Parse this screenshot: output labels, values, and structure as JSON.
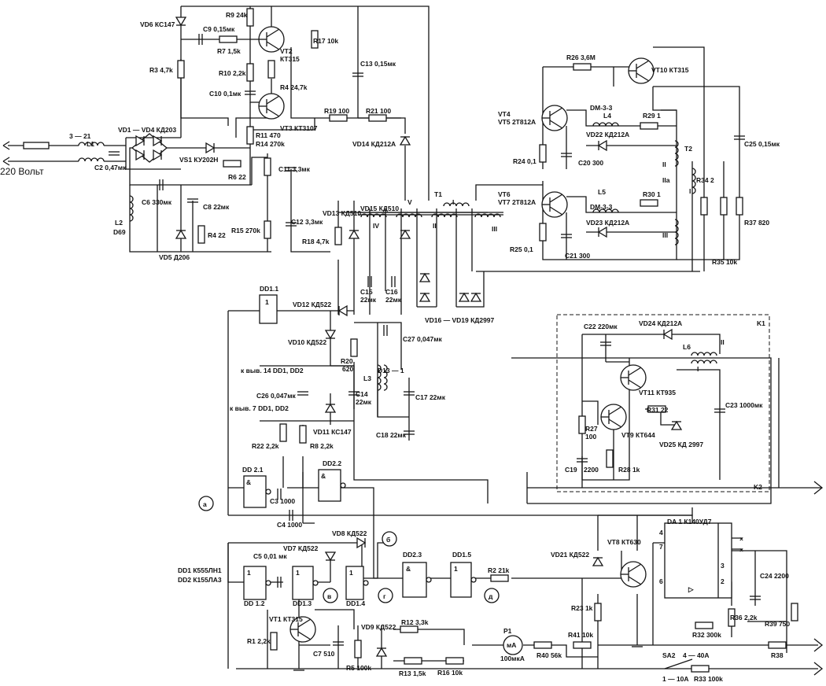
{
  "mains_label": "220 Вольт",
  "labels": [
    {
      "id": "vd6",
      "text": "VD6 КС147"
    },
    {
      "id": "r9",
      "text": "R9 24k"
    },
    {
      "id": "c9",
      "text": "C9 0,15мк"
    },
    {
      "id": "r7",
      "text": "R7 1,5k"
    },
    {
      "id": "vt2",
      "text": "VT2"
    },
    {
      "id": "vt2t",
      "text": "КТ315"
    },
    {
      "id": "r17",
      "text": "R17 10k"
    },
    {
      "id": "r3",
      "text": "R3 4,7k"
    },
    {
      "id": "r10",
      "text": "R10 2,2k"
    },
    {
      "id": "r4",
      "text": "R4 24,7k"
    },
    {
      "id": "c13",
      "text": "C13 0,15мк"
    },
    {
      "id": "c10",
      "text": "C10 0,1мк"
    },
    {
      "id": "vt3",
      "text": "VT3 КТ3107"
    },
    {
      "id": "r19",
      "text": "R19 100"
    },
    {
      "id": "r21",
      "text": "R21 100"
    },
    {
      "id": "r11",
      "text": "R11 470"
    },
    {
      "id": "r14",
      "text": "R14 270k"
    },
    {
      "id": "vd14",
      "text": "VD14 КД212А"
    },
    {
      "id": "l1n",
      "text": "3 — 21"
    },
    {
      "id": "l1",
      "text": "L1"
    },
    {
      "id": "vd1",
      "text": "VD1 — VD4 КД203"
    },
    {
      "id": "vs1",
      "text": "VS1 КУ202Н"
    },
    {
      "id": "c2",
      "text": "C2 0,47мк"
    },
    {
      "id": "r6",
      "text": "R6 22"
    },
    {
      "id": "c11",
      "text": "C11 3,3мк"
    },
    {
      "id": "c6",
      "text": "C6 330мк"
    },
    {
      "id": "c8",
      "text": "C8 22мк"
    },
    {
      "id": "l2",
      "text": "L2"
    },
    {
      "id": "d69",
      "text": "D69"
    },
    {
      "id": "r4b",
      "text": "R4 22"
    },
    {
      "id": "vd5",
      "text": "VD5 Д206"
    },
    {
      "id": "r15",
      "text": "R15 270k"
    },
    {
      "id": "c12",
      "text": "C12 3,3мк"
    },
    {
      "id": "vd13",
      "text": "VD13 КД510"
    },
    {
      "id": "vd15",
      "text": "VD15 КД510"
    },
    {
      "id": "r18",
      "text": "R18 4,7k"
    },
    {
      "id": "t1",
      "text": "T1"
    },
    {
      "id": "w1",
      "text": "I"
    },
    {
      "id": "w2",
      "text": "II"
    },
    {
      "id": "w3",
      "text": "III"
    },
    {
      "id": "w4",
      "text": "IV"
    },
    {
      "id": "w5",
      "text": "V"
    },
    {
      "id": "r26",
      "text": "R26 3,6М"
    },
    {
      "id": "vt10",
      "text": "VT10 КТ315"
    },
    {
      "id": "vt4",
      "text": "VT4"
    },
    {
      "id": "vt5",
      "text": "VT5 2Т812А"
    },
    {
      "id": "dm1",
      "text": "DM-3-3"
    },
    {
      "id": "l4",
      "text": "L4"
    },
    {
      "id": "r29",
      "text": "R29 1"
    },
    {
      "id": "vd22",
      "text": "VD22 КД212А"
    },
    {
      "id": "t2",
      "text": "T2"
    },
    {
      "id": "c25",
      "text": "C25 0,15мк"
    },
    {
      "id": "r24",
      "text": "R24 0,1"
    },
    {
      "id": "c20",
      "text": "C20 300"
    },
    {
      "id": "t2ii",
      "text": "II"
    },
    {
      "id": "t2iia",
      "text": "IIa"
    },
    {
      "id": "r34",
      "text": "R34 2"
    },
    {
      "id": "t2i",
      "text": "I"
    },
    {
      "id": "vt6",
      "text": "VT6"
    },
    {
      "id": "vt7",
      "text": "VT7 2Т812А"
    },
    {
      "id": "l5",
      "text": "L5"
    },
    {
      "id": "dm2",
      "text": "DM-3-3"
    },
    {
      "id": "r30",
      "text": "R30 1"
    },
    {
      "id": "vd23",
      "text": "VD23 КД212А"
    },
    {
      "id": "t2iii",
      "text": "III"
    },
    {
      "id": "r37",
      "text": "R37 820"
    },
    {
      "id": "r25",
      "text": "R25 0,1"
    },
    {
      "id": "c21",
      "text": "C21 300"
    },
    {
      "id": "r35",
      "text": "R35 10k"
    },
    {
      "id": "dd11",
      "text": "DD1.1"
    },
    {
      "id": "vd12",
      "text": "VD12 КД522"
    },
    {
      "id": "c15",
      "text": "C15"
    },
    {
      "id": "c15v",
      "text": "22мк"
    },
    {
      "id": "c16",
      "text": "C16"
    },
    {
      "id": "c16v",
      "text": "22мк"
    },
    {
      "id": "vd16",
      "text": "VD16 — VD19 КД2997"
    },
    {
      "id": "vd10",
      "text": "VD10 КД522"
    },
    {
      "id": "c27",
      "text": "C27 0,047мк"
    },
    {
      "id": "r20",
      "text": "R20"
    },
    {
      "id": "r20v",
      "text": "620"
    },
    {
      "id": "k14",
      "text": "к выв. 14 DD1, DD2"
    },
    {
      "id": "l3",
      "text": "L3"
    },
    {
      "id": "d13",
      "text": "D13 — 1"
    },
    {
      "id": "c26",
      "text": "C26 0,047мк"
    },
    {
      "id": "c14",
      "text": "C14"
    },
    {
      "id": "c14v",
      "text": "22мк"
    },
    {
      "id": "c17",
      "text": "C17 22мк"
    },
    {
      "id": "k7",
      "text": "к выв. 7 DD1, DD2"
    },
    {
      "id": "vd11",
      "text": "VD11 КС147"
    },
    {
      "id": "c18",
      "text": "C18 22мк"
    },
    {
      "id": "r22",
      "text": "R22 2,2k"
    },
    {
      "id": "r8",
      "text": "R8 2,2k"
    },
    {
      "id": "dd21",
      "text": "DD 2.1"
    },
    {
      "id": "dd22",
      "text": "DD2.2"
    },
    {
      "id": "c3",
      "text": "C3 1000"
    },
    {
      "id": "c4",
      "text": "C4 1000"
    },
    {
      "id": "vd8",
      "text": "VD8 КД522"
    },
    {
      "id": "vd7",
      "text": "VD7 КД522"
    },
    {
      "id": "c5",
      "text": "C5 0,01 мк"
    },
    {
      "id": "dd1t",
      "text": "DD1 К555ЛН1"
    },
    {
      "id": "dd2t",
      "text": "DD2 К155ЛА3"
    },
    {
      "id": "dd23",
      "text": "DD2.3"
    },
    {
      "id": "dd15",
      "text": "DD1.5"
    },
    {
      "id": "r2",
      "text": "R2 21k"
    },
    {
      "id": "dd12",
      "text": "DD 1.2"
    },
    {
      "id": "dd13",
      "text": "DD1.3"
    },
    {
      "id": "dd14",
      "text": "DD1.4"
    },
    {
      "id": "k1",
      "text": "K1"
    },
    {
      "id": "c22",
      "text": "C22 220мк"
    },
    {
      "id": "vd24",
      "text": "VD24 КД212А"
    },
    {
      "id": "l6",
      "text": "L6"
    },
    {
      "id": "l6w2",
      "text": "II"
    },
    {
      "id": "l6w1",
      "text": "I"
    },
    {
      "id": "vt11",
      "text": "VT11 КТ935"
    },
    {
      "id": "c23",
      "text": "C23 1000мк"
    },
    {
      "id": "r27",
      "text": "R27"
    },
    {
      "id": "r27v",
      "text": "100"
    },
    {
      "id": "r31",
      "text": "R31 22"
    },
    {
      "id": "vt9",
      "text": "VT9 КТ644"
    },
    {
      "id": "vd25",
      "text": "VD25 КД 2997"
    },
    {
      "id": "c19",
      "text": "C19"
    },
    {
      "id": "c19v",
      "text": "2200"
    },
    {
      "id": "r28",
      "text": "R28 1k"
    },
    {
      "id": "k2",
      "text": "K2"
    },
    {
      "id": "da1",
      "text": "DA 1 К140УД7"
    },
    {
      "id": "vt8",
      "text": "VT8 КТ630"
    },
    {
      "id": "vd21",
      "text": "VD21 КД522"
    },
    {
      "id": "r23",
      "text": "R23 1k"
    },
    {
      "id": "c24",
      "text": "C24 2200"
    },
    {
      "id": "r36",
      "text": "R36 2,2k"
    },
    {
      "id": "r32",
      "text": "R32 300k"
    },
    {
      "id": "r39",
      "text": "R39 750"
    },
    {
      "id": "vt1",
      "text": "VT1 КТ315"
    },
    {
      "id": "vd9",
      "text": "VD9 КД522"
    },
    {
      "id": "r12b",
      "text": "R12 3,3k"
    },
    {
      "id": "r1",
      "text": "R1 2,2k"
    },
    {
      "id": "c7",
      "text": "C7 510"
    },
    {
      "id": "r5",
      "text": "R5 100k"
    },
    {
      "id": "r13",
      "text": "R13 1,5k"
    },
    {
      "id": "r16",
      "text": "R16 10k"
    },
    {
      "id": "p1",
      "text": "P1"
    },
    {
      "id": "p1v",
      "text": "100мкА"
    },
    {
      "id": "r40",
      "text": "R40 56k"
    },
    {
      "id": "r41",
      "text": "R41 10k"
    },
    {
      "id": "sa2",
      "text": "SA2"
    },
    {
      "id": "sa2a",
      "text": "4 — 40А"
    },
    {
      "id": "sa2b",
      "text": "1 — 10А"
    },
    {
      "id": "r33",
      "text": "R33 100k"
    },
    {
      "id": "r38",
      "text": "R38"
    }
  ],
  "markers": [
    {
      "id": "a",
      "text": "а"
    },
    {
      "id": "b",
      "text": "б"
    },
    {
      "id": "v",
      "text": "в"
    },
    {
      "id": "g",
      "text": "г"
    },
    {
      "id": "d",
      "text": "д"
    }
  ],
  "gate_signs": [
    {
      "id": "g11",
      "text": "1"
    },
    {
      "id": "g21",
      "text": "&"
    },
    {
      "id": "g22",
      "text": "&"
    },
    {
      "id": "g12",
      "text": "1"
    },
    {
      "id": "g13",
      "text": "1"
    },
    {
      "id": "g14",
      "text": "1"
    },
    {
      "id": "g23",
      "text": "&"
    },
    {
      "id": "g15",
      "text": "1"
    },
    {
      "id": "meter",
      "text": "мА"
    },
    {
      "id": "da_tri",
      "text": "▷"
    }
  ],
  "pins": [
    {
      "id": "p4",
      "text": "4"
    },
    {
      "id": "p7",
      "text": "7"
    },
    {
      "id": "p3",
      "text": "3"
    },
    {
      "id": "p6",
      "text": "6"
    },
    {
      "id": "p2",
      "text": "2"
    }
  ],
  "pin_marks": [
    {
      "id": "x1",
      "text": "×"
    },
    {
      "id": "x2",
      "text": "×"
    }
  ]
}
